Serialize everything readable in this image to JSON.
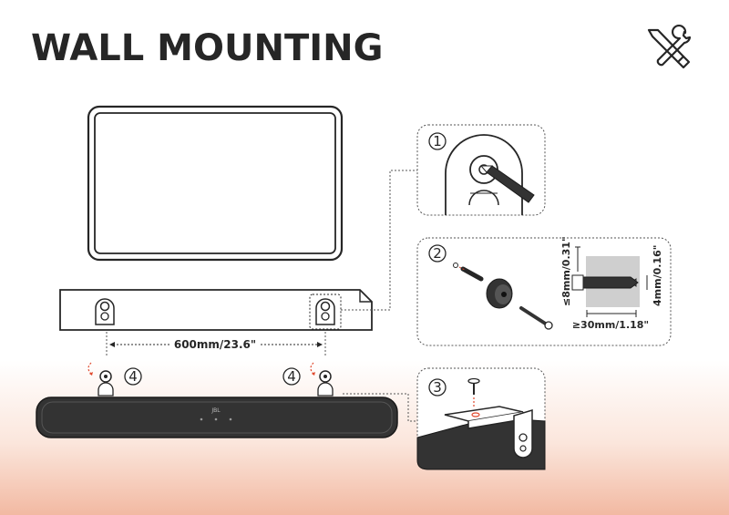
{
  "title": "WALL MOUNTING",
  "icons": {
    "tools": "tools-icon"
  },
  "dimensions": {
    "bracket_spacing": "600mm/23.6\"",
    "hole_diameter": "≤8mm/0.31\"",
    "screw_diameter": "4mm/0.16\"",
    "screw_depth": "≥30mm/1.18\""
  },
  "steps": {
    "step1": "1",
    "step2": "2",
    "step3": "3",
    "step4_left": "4",
    "step4_right": "4"
  },
  "soundbar": {
    "logo": "JBL"
  },
  "colors": {
    "ink": "#262626",
    "accent_red": "#e0482c",
    "bar_body": "#333333",
    "gradient_bottom": "#f2b9a2"
  }
}
